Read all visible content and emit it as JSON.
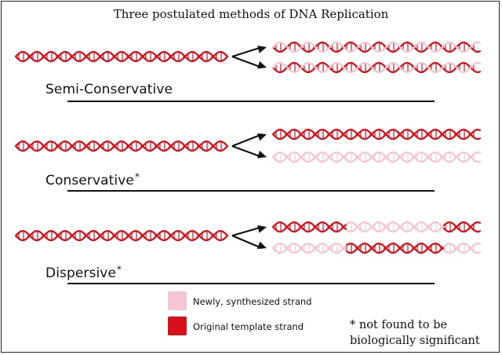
{
  "title": "Three postulated methods of DNA Replication",
  "colors": {
    "original": "#d8101c",
    "new": "#f5c6d2",
    "arrow": "#111111"
  },
  "methods": [
    {
      "name": "Semi-Conservative",
      "asterisk": "",
      "products": [
        {
          "pattern": "semi"
        },
        {
          "pattern": "semi"
        }
      ]
    },
    {
      "name": "Conservative",
      "asterisk": "*",
      "products": [
        {
          "pattern": "original"
        },
        {
          "pattern": "new"
        }
      ]
    },
    {
      "name": "Dispersive",
      "asterisk": "*",
      "products": [
        {
          "pattern": "dispersive-a"
        },
        {
          "pattern": "dispersive-b"
        }
      ]
    }
  ],
  "legend": {
    "new_label": "Newly, synthesized strand",
    "original_label": "Original template strand"
  },
  "note": {
    "marker": "*",
    "line1": "not found to be",
    "line2": "biologically significant"
  }
}
